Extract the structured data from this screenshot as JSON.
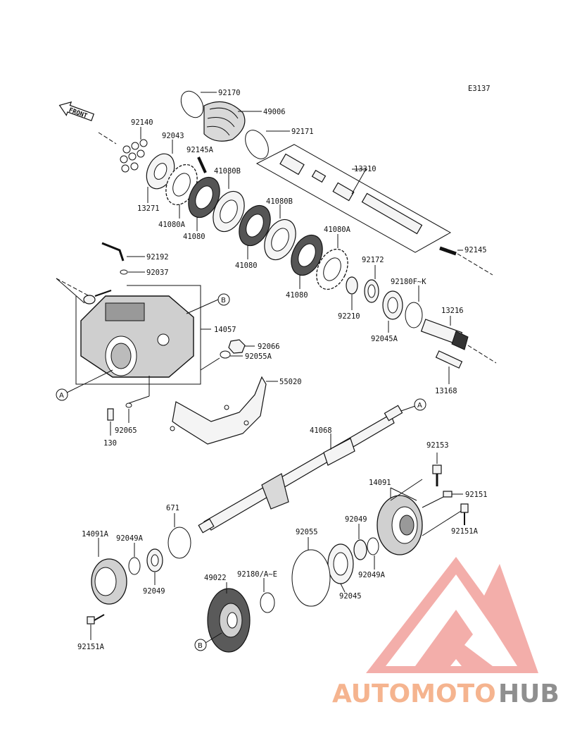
{
  "figure_code": "E3137",
  "front_label": "FRONT",
  "callouts": {
    "a": "A",
    "b": "B"
  },
  "labels": [
    {
      "id": "92170",
      "text": "92170"
    },
    {
      "id": "49006",
      "text": "49006"
    },
    {
      "id": "92171",
      "text": "92171"
    },
    {
      "id": "92140",
      "text": "92140"
    },
    {
      "id": "92043",
      "text": "92043"
    },
    {
      "id": "92145A",
      "text": "92145A"
    },
    {
      "id": "41080B-1",
      "text": "41080B"
    },
    {
      "id": "13310",
      "text": "13310"
    },
    {
      "id": "13271",
      "text": "13271"
    },
    {
      "id": "41080A-1",
      "text": "41080A"
    },
    {
      "id": "41080-1",
      "text": "41080"
    },
    {
      "id": "41080B-2",
      "text": "41080B"
    },
    {
      "id": "41080A-2",
      "text": "41080A"
    },
    {
      "id": "92145",
      "text": "92145"
    },
    {
      "id": "92192",
      "text": "92192"
    },
    {
      "id": "92037",
      "text": "92037"
    },
    {
      "id": "41080-2",
      "text": "41080"
    },
    {
      "id": "92172",
      "text": "92172"
    },
    {
      "id": "92180FK",
      "text": "92180F~K"
    },
    {
      "id": "41080-3",
      "text": "41080"
    },
    {
      "id": "92210",
      "text": "92210"
    },
    {
      "id": "13216",
      "text": "13216"
    },
    {
      "id": "14057",
      "text": "14057"
    },
    {
      "id": "92045A",
      "text": "92045A"
    },
    {
      "id": "92066",
      "text": "92066"
    },
    {
      "id": "92055A",
      "text": "92055A"
    },
    {
      "id": "55020",
      "text": "55020"
    },
    {
      "id": "13168",
      "text": "13168"
    },
    {
      "id": "41068",
      "text": "41068"
    },
    {
      "id": "92065",
      "text": "92065"
    },
    {
      "id": "130",
      "text": "130"
    },
    {
      "id": "92153",
      "text": "92153"
    },
    {
      "id": "14091",
      "text": "14091"
    },
    {
      "id": "92151",
      "text": "92151"
    },
    {
      "id": "671",
      "text": "671"
    },
    {
      "id": "92049-1",
      "text": "92049"
    },
    {
      "id": "92151A-1",
      "text": "92151A"
    },
    {
      "id": "14091A",
      "text": "14091A"
    },
    {
      "id": "92049A-1",
      "text": "92049A"
    },
    {
      "id": "92055",
      "text": "92055"
    },
    {
      "id": "92049A-2",
      "text": "92049A"
    },
    {
      "id": "92049-2",
      "text": "92049"
    },
    {
      "id": "92180AE",
      "text": "92180/A~E"
    },
    {
      "id": "49022",
      "text": "49022"
    },
    {
      "id": "92045",
      "text": "92045"
    },
    {
      "id": "92151A-2",
      "text": "92151A"
    }
  ],
  "watermark": {
    "word_part1": "AUTOMOTO",
    "word_part2": "HUB",
    "color_light": "#f5c6a0",
    "color_red": "#e96b68",
    "color_gray": "#8f8f8f"
  }
}
